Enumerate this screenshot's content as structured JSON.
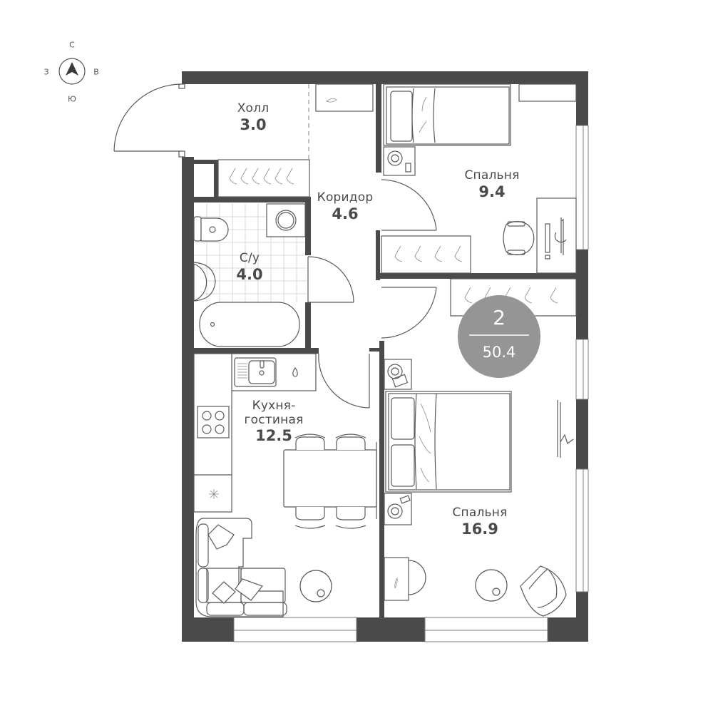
{
  "compass": {
    "north": "С",
    "south": "Ю",
    "west": "З",
    "east": "В",
    "icon": "north-arrow-icon"
  },
  "summary_badge": {
    "rooms_count": "2",
    "total_area": "50.4",
    "color": "#959595"
  },
  "rooms": [
    {
      "id": "hall",
      "name": "Холл",
      "area": "3.0"
    },
    {
      "id": "corridor",
      "name": "Коридор",
      "area": "4.6"
    },
    {
      "id": "bathroom",
      "name": "С/у",
      "area": "4.0"
    },
    {
      "id": "bedroom-small",
      "name": "Спальня",
      "area": "9.4"
    },
    {
      "id": "kitchen-living",
      "name": "Кухня-",
      "name2": "гостиная",
      "area": "12.5"
    },
    {
      "id": "bedroom-large",
      "name": "Спальня",
      "area": "16.9"
    }
  ],
  "colors": {
    "wall": "#4a4a4a",
    "furniture_line": "#5a5a5a",
    "text": "#4a4a4a"
  }
}
